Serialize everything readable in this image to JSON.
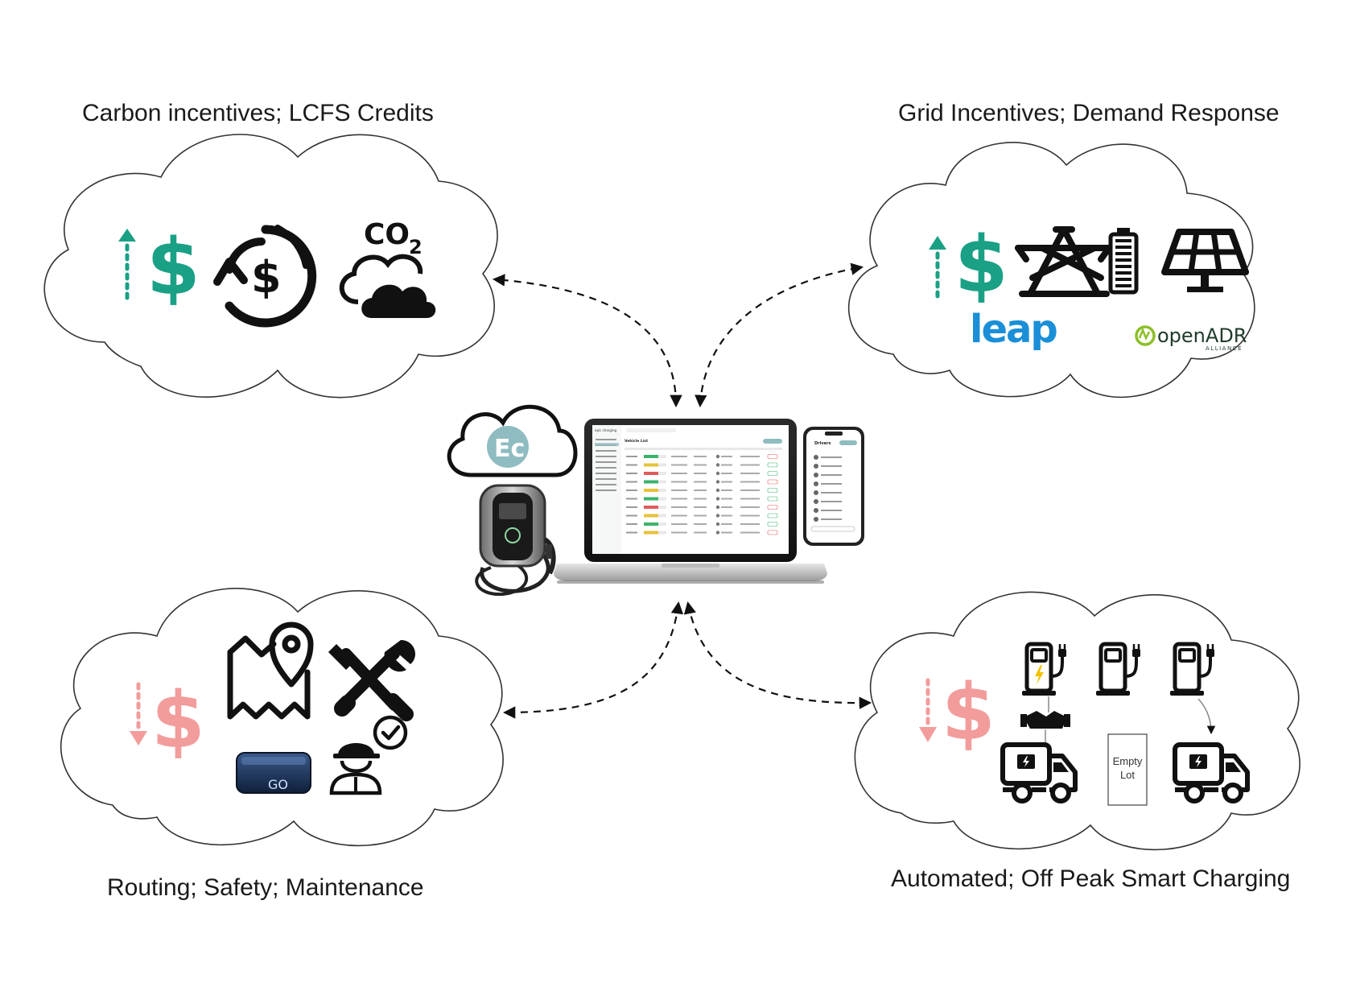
{
  "captions": {
    "top_left": "Carbon incentives; LCFS Credits",
    "top_right": "Grid Incentives; Demand Response",
    "bottom_left": "Routing; Safety; Maintenance",
    "bottom_right": "Automated; Off Peak Smart Charging"
  },
  "symbols": {
    "dollar": "$",
    "co2_main": "CO",
    "co2_sub": "2",
    "cloud_logo": "Ec",
    "telematics": "GO"
  },
  "logos": {
    "leap": "leap",
    "openadr": "openADR",
    "openadr_sub": "ALLIANCE"
  },
  "lot_label": {
    "line1": "Empty",
    "line2": "Lot"
  },
  "screen": {
    "brand": "epic charging",
    "title": "Vehicle List",
    "phone_title": "Drivers"
  },
  "colors": {
    "teal": "#1aa085",
    "pink": "#f29c9c",
    "black": "#111111",
    "leap_blue": "#1a8fd8",
    "openadr_green": "#8dbf2a",
    "cloud_logo_fill": "#8fbcc0"
  },
  "icons": [
    "arrow-up-icon",
    "dollar-icon",
    "recycle-dollar-icon",
    "co2-cloud-icon",
    "transmission-tower-icon",
    "battery-icon",
    "solar-panel-icon",
    "map-pin-icon",
    "tools-icon",
    "telematics-device-icon",
    "worker-check-icon",
    "arrow-down-icon",
    "charger-icon",
    "handshake-icon",
    "truck-icon",
    "laptop-icon",
    "phone-icon",
    "ev-charger-icon"
  ]
}
